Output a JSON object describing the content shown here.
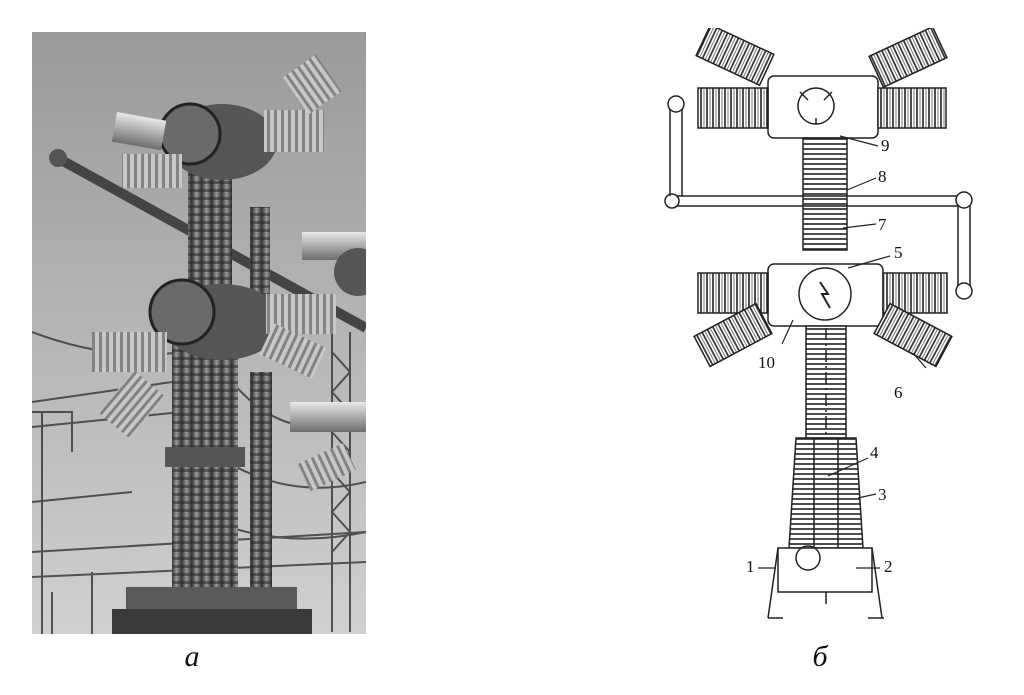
{
  "captions": {
    "a": "а",
    "b": "б"
  },
  "labels": [
    "1",
    "2",
    "3",
    "4",
    "5",
    "6",
    "7",
    "8",
    "9",
    "10"
  ]
}
